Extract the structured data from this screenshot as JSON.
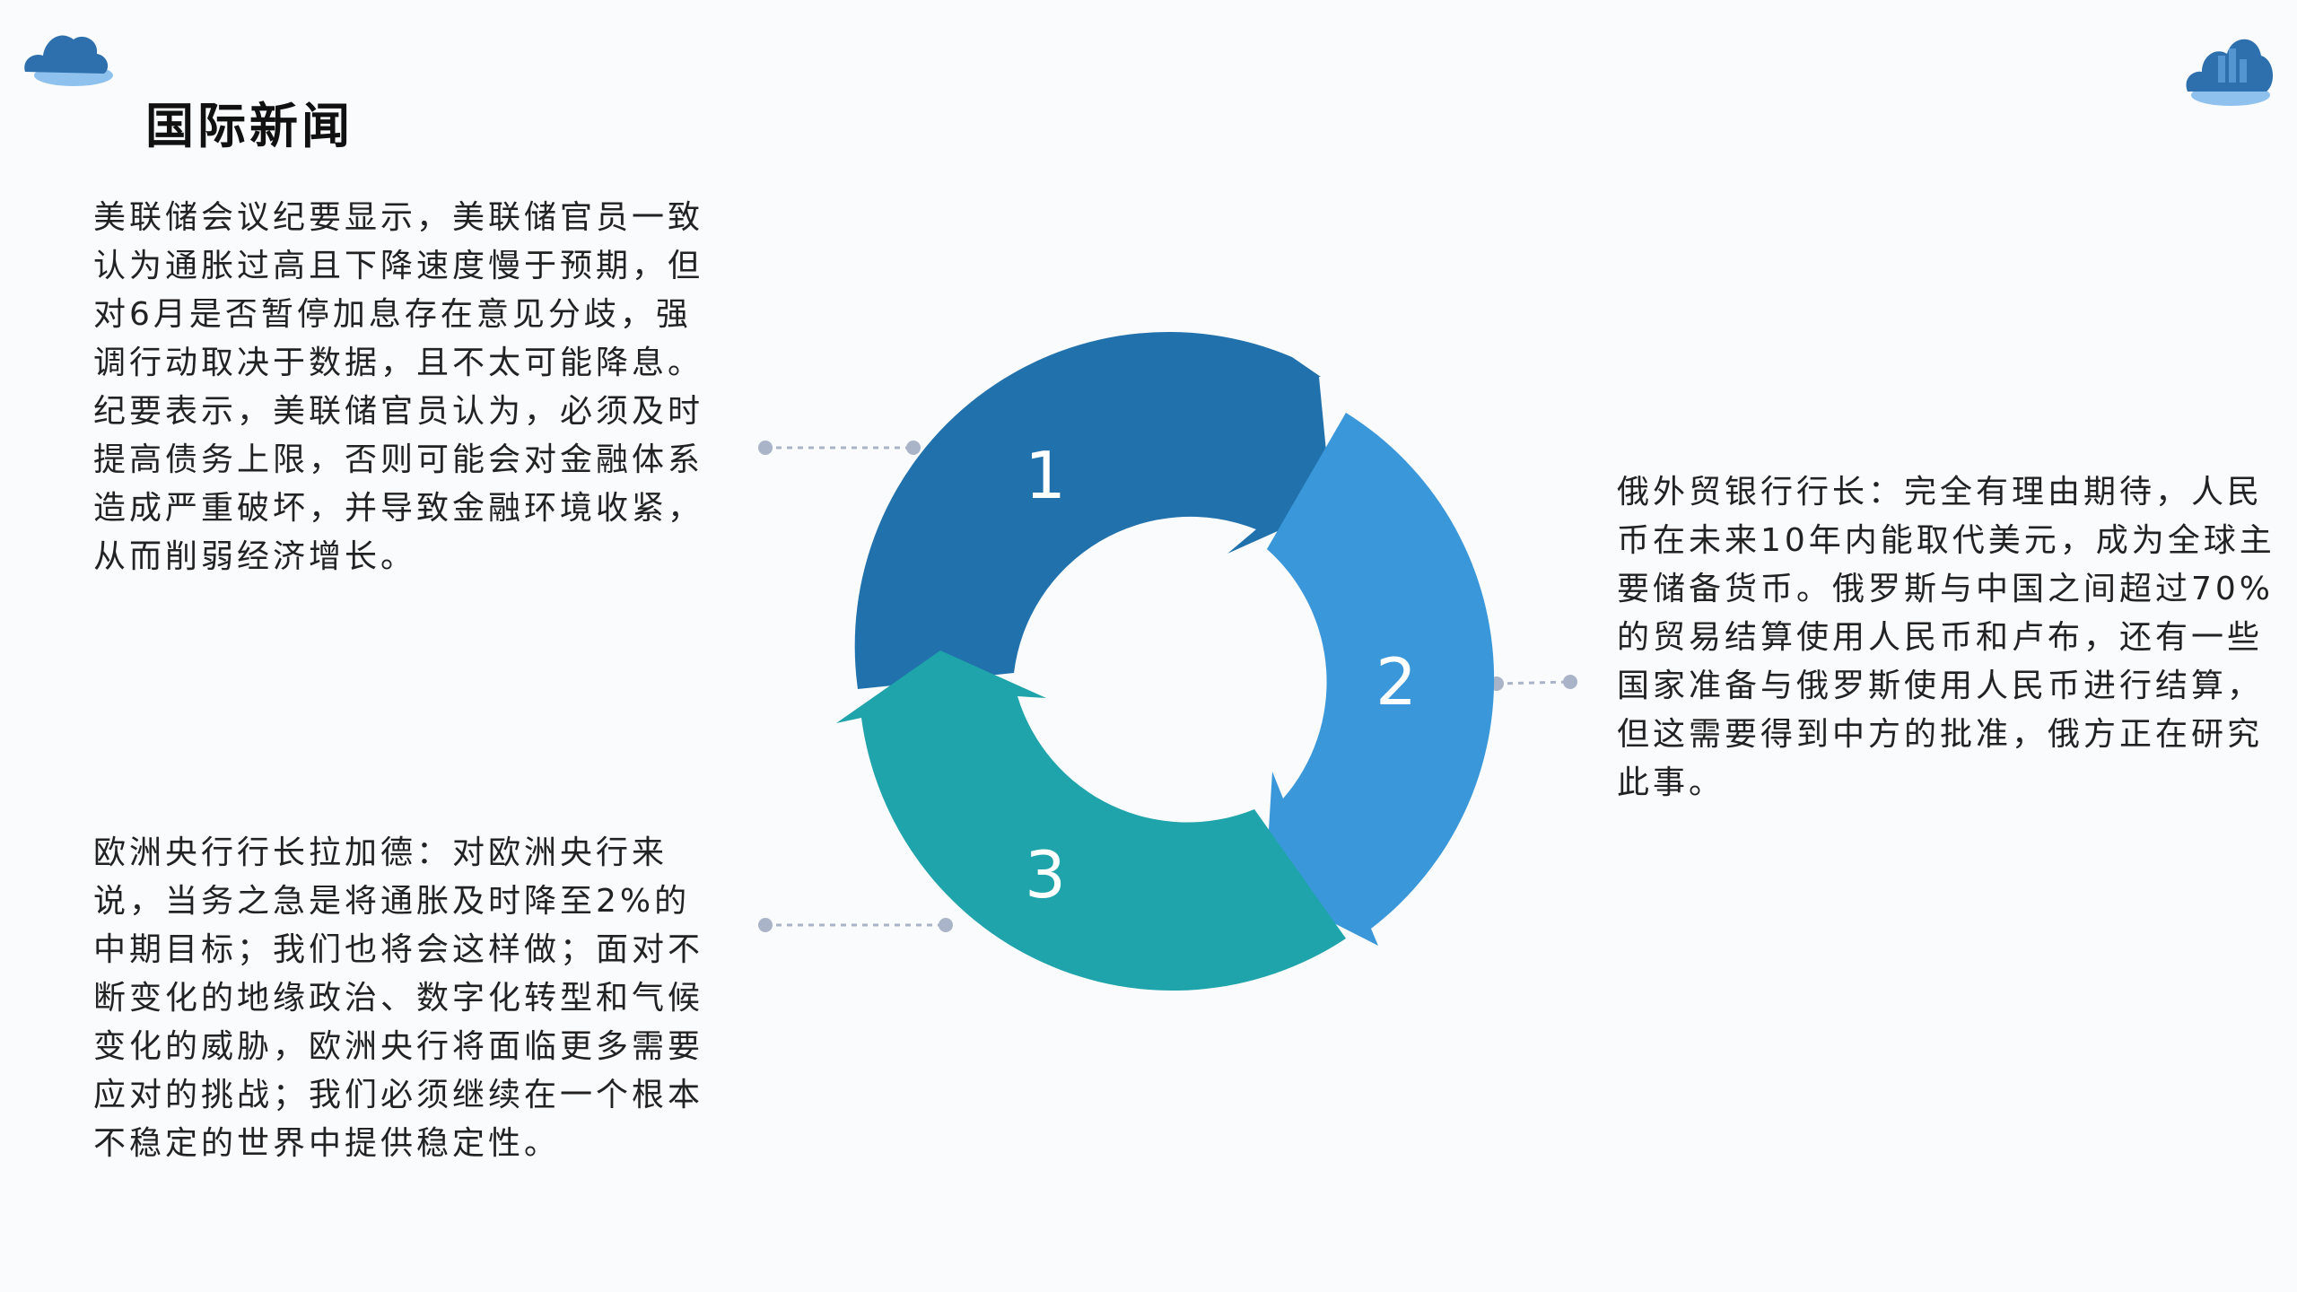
{
  "title": "国际新闻",
  "news": [
    {
      "id": "fed",
      "text": "美联储会议纪要显示，美联储官员一致认为通胀过高且下降速度慢于预期，但对6月是否暂停加息存在意见分歧，强调行动取决于数据，且不太可能降息。纪要表示，美联储官员认为，必须及时提高债务上限，否则可能会对金融体系造成严重破坏，并导致金融环境收紧，从而削弱经济增长。"
    },
    {
      "id": "vtb",
      "text": "俄外贸银行行长：完全有理由期待，人民币在未来10年内能取代美元，成为全球主要储备货币。俄罗斯与中国之间超过70%的贸易结算使用人民币和卢布，还有一些国家准备与俄罗斯使用人民币进行结算，但这需要得到中方的批准，俄方正在研究此事。"
    },
    {
      "id": "ecb",
      "text": "欧洲央行行长拉加德：对欧洲央行来说，当务之急是将通胀及时降至2%的中期目标；我们也将会这样做；面对不断变化的地缘政治、数字化转型和气候变化的威胁，欧洲央行将面临更多需要应对的挑战；我们必须继续在一个根本不稳定的世界中提供稳定性。"
    }
  ],
  "cycle": {
    "steps": [
      {
        "label": "1",
        "color": "#2171ad"
      },
      {
        "label": "2",
        "color": "#3a97d9"
      },
      {
        "label": "3",
        "color": "#1ea4aa"
      }
    ],
    "connector_color": "#aab4c8"
  },
  "decoration": {
    "cloud_dark": "#2e70ad",
    "cloud_light": "#6aaee8"
  }
}
